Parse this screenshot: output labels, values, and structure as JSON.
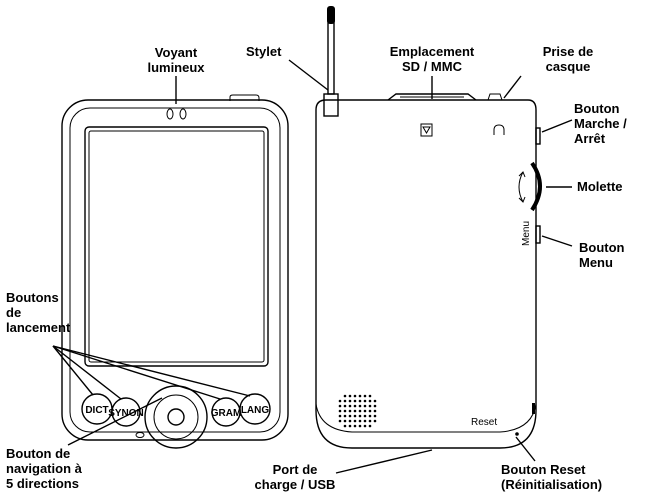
{
  "labels": {
    "voyant": [
      "Voyant",
      "lumineux"
    ],
    "stylet": [
      "Stylet"
    ],
    "emplacement": [
      "Emplacement",
      "SD / MMC"
    ],
    "prise": [
      "Prise de",
      "casque"
    ],
    "marche": [
      "Bouton",
      "Marche /",
      "Arrêt"
    ],
    "molette": [
      "Molette"
    ],
    "menu": [
      "Bouton",
      "Menu"
    ],
    "lancement": [
      "Boutons",
      "de",
      "lancement"
    ],
    "navigation": [
      "Bouton de",
      "navigation à",
      "5 directions"
    ],
    "port": [
      "Port de",
      "charge / USB"
    ],
    "reset": [
      "Bouton Reset",
      "(Réinitialisation)"
    ]
  },
  "device_text": {
    "dict": "DICT",
    "synon": "SYNON",
    "gram": "GRAM",
    "lang": "LANG",
    "menu_side": "Menu",
    "reset_back": "Reset"
  }
}
